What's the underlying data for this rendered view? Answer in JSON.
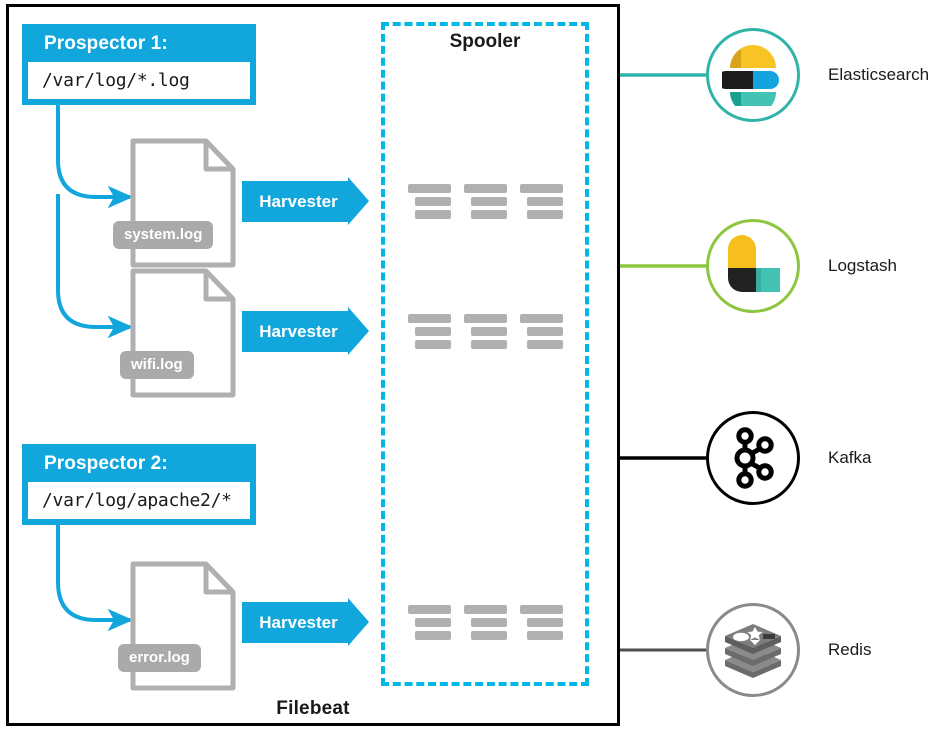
{
  "diagram": {
    "title": "Filebeat",
    "container_label": "Filebeat"
  },
  "prospectors": [
    {
      "id": "prospector-1",
      "title": "Prospector 1:",
      "path": "/var/log/*.log"
    },
    {
      "id": "prospector-2",
      "title": "Prospector 2:",
      "path": "/var/log/apache2/*"
    }
  ],
  "log_files": [
    {
      "id": "system-log",
      "name": "system.log"
    },
    {
      "id": "wifi-log",
      "name": "wifi.log"
    },
    {
      "id": "error-log",
      "name": "error.log"
    }
  ],
  "harvesters": [
    {
      "id": "harvester-1",
      "label": "Harvester"
    },
    {
      "id": "harvester-2",
      "label": "Harvester"
    },
    {
      "id": "harvester-3",
      "label": "Harvester"
    }
  ],
  "spooler": {
    "title": "Spooler",
    "rows": 3,
    "groups_per_row": 3,
    "bars_per_group": 3
  },
  "outputs": [
    {
      "id": "elasticsearch",
      "label": "Elasticsearch",
      "icon": "elasticsearch-logo",
      "ring_color": "#2fb4a8",
      "line_color": "#2fb4a8"
    },
    {
      "id": "logstash",
      "label": "Logstash",
      "icon": "logstash-logo",
      "ring_color": "#8cc63e",
      "line_color": "#8cc63e"
    },
    {
      "id": "kafka",
      "label": "Kafka",
      "icon": "kafka-logo",
      "ring_color": "#000000",
      "line_color": "#000000"
    },
    {
      "id": "redis",
      "label": "Redis",
      "icon": "redis-logo",
      "ring_color": "#6e6e6e",
      "line_color": "#4d4d4d"
    }
  ],
  "colors": {
    "brand_blue": "#11a7dd",
    "spooler_dash": "#00b7e6",
    "doc_gray": "#b0b0b0",
    "tag_gray": "#aaaaaa",
    "frame_black": "#000000"
  }
}
